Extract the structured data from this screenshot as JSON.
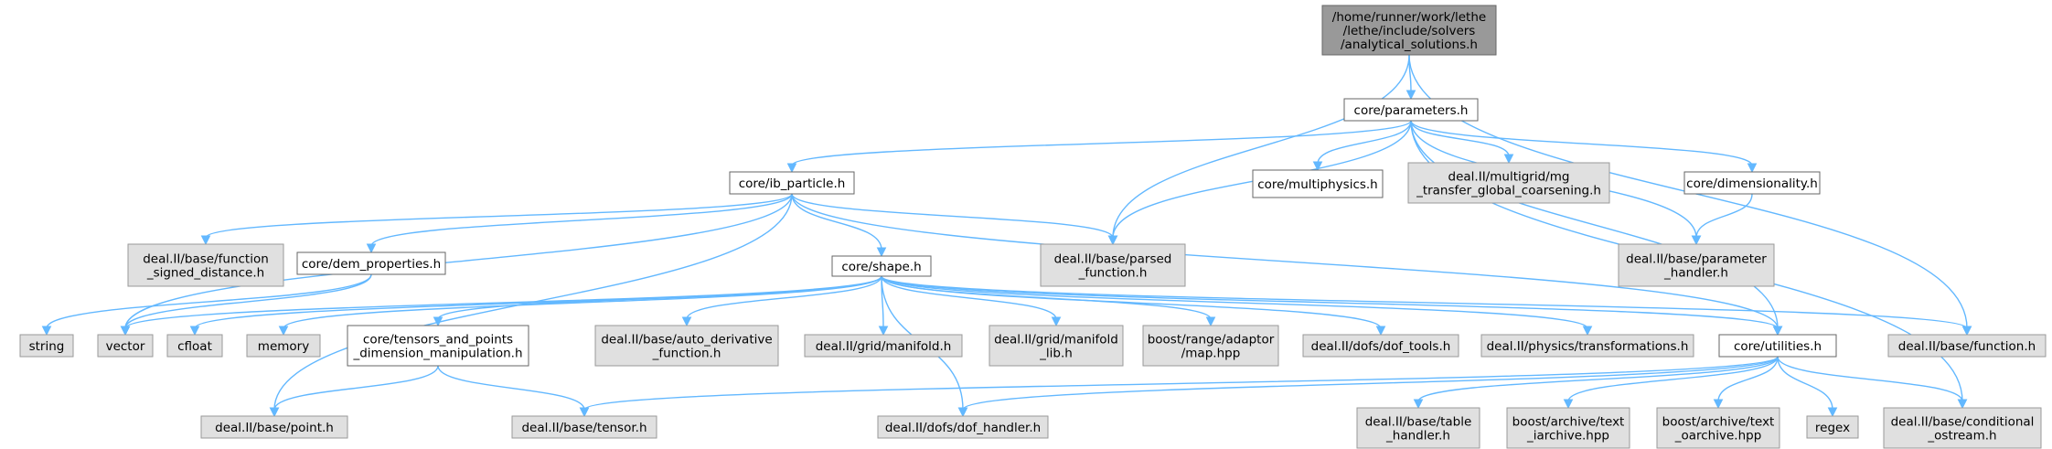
{
  "colors": {
    "root_fill": "#999999",
    "internal_fill": "#ffffff",
    "external_fill": "#e0e0e0",
    "internal_border": "#666666",
    "external_border": "#999999",
    "edge": "#63b8ff"
  },
  "nodes": {
    "analytical_solutions": {
      "kind": "root",
      "lines": [
        "/home/runner/work/lethe",
        "/lethe/include/solvers",
        "/analytical_solutions.h"
      ]
    },
    "parameters": {
      "kind": "internal",
      "lines": [
        "core/parameters.h"
      ]
    },
    "ib_particle": {
      "kind": "internal",
      "lines": [
        "core/ib_particle.h"
      ]
    },
    "multiphysics": {
      "kind": "internal",
      "lines": [
        "core/multiphysics.h"
      ]
    },
    "mg_transfer": {
      "kind": "external",
      "lines": [
        "deal.II/multigrid/mg",
        "_transfer_global_coarsening.h"
      ]
    },
    "dimensionality": {
      "kind": "internal",
      "lines": [
        "core/dimensionality.h"
      ]
    },
    "function_signed_distance": {
      "kind": "external",
      "lines": [
        "deal.II/base/function",
        "_signed_distance.h"
      ]
    },
    "dem_properties": {
      "kind": "internal",
      "lines": [
        "core/dem_properties.h"
      ]
    },
    "shape": {
      "kind": "internal",
      "lines": [
        "core/shape.h"
      ]
    },
    "parsed_function": {
      "kind": "external",
      "lines": [
        "deal.II/base/parsed",
        "_function.h"
      ]
    },
    "parameter_handler": {
      "kind": "external",
      "lines": [
        "deal.II/base/parameter",
        "_handler.h"
      ]
    },
    "string": {
      "kind": "external",
      "lines": [
        "string"
      ]
    },
    "vector": {
      "kind": "external",
      "lines": [
        "vector"
      ]
    },
    "cfloat": {
      "kind": "external",
      "lines": [
        "cfloat"
      ]
    },
    "memory": {
      "kind": "external",
      "lines": [
        "memory"
      ]
    },
    "tensors_points": {
      "kind": "internal",
      "lines": [
        "core/tensors_and_points",
        "_dimension_manipulation.h"
      ]
    },
    "auto_derivative": {
      "kind": "external",
      "lines": [
        "deal.II/base/auto_derivative",
        "_function.h"
      ]
    },
    "grid_manifold": {
      "kind": "external",
      "lines": [
        "deal.II/grid/manifold.h"
      ]
    },
    "manifold_lib": {
      "kind": "external",
      "lines": [
        "deal.II/grid/manifold",
        "_lib.h"
      ]
    },
    "boost_map": {
      "kind": "external",
      "lines": [
        "boost/range/adaptor",
        "/map.hpp"
      ]
    },
    "dof_tools": {
      "kind": "external",
      "lines": [
        "deal.II/dofs/dof_tools.h"
      ]
    },
    "transformations": {
      "kind": "external",
      "lines": [
        "deal.II/physics/transformations.h"
      ]
    },
    "utilities": {
      "kind": "internal",
      "lines": [
        "core/utilities.h"
      ]
    },
    "function_h": {
      "kind": "external",
      "lines": [
        "deal.II/base/function.h"
      ]
    },
    "point_h": {
      "kind": "external",
      "lines": [
        "deal.II/base/point.h"
      ]
    },
    "tensor_h": {
      "kind": "external",
      "lines": [
        "deal.II/base/tensor.h"
      ]
    },
    "dof_handler": {
      "kind": "external",
      "lines": [
        "deal.II/dofs/dof_handler.h"
      ]
    },
    "table_handler": {
      "kind": "external",
      "lines": [
        "deal.II/base/table",
        "_handler.h"
      ]
    },
    "text_iarchive": {
      "kind": "external",
      "lines": [
        "boost/archive/text",
        "_iarchive.hpp"
      ]
    },
    "text_oarchive": {
      "kind": "external",
      "lines": [
        "boost/archive/text",
        "_oarchive.hpp"
      ]
    },
    "regex": {
      "kind": "external",
      "lines": [
        "regex"
      ]
    },
    "conditional_ostream": {
      "kind": "external",
      "lines": [
        "deal.II/base/conditional",
        "_ostream.h"
      ]
    }
  },
  "edges": [
    [
      "analytical_solutions",
      "parameters"
    ],
    [
      "analytical_solutions",
      "parsed_function"
    ],
    [
      "analytical_solutions",
      "function_h"
    ],
    [
      "parameters",
      "ib_particle"
    ],
    [
      "parameters",
      "multiphysics"
    ],
    [
      "parameters",
      "mg_transfer"
    ],
    [
      "parameters",
      "dimensionality"
    ],
    [
      "parameters",
      "parsed_function"
    ],
    [
      "parameters",
      "parameter_handler"
    ],
    [
      "parameters",
      "utilities"
    ],
    [
      "parameters",
      "conditional_ostream"
    ],
    [
      "dimensionality",
      "parameter_handler"
    ],
    [
      "ib_particle",
      "function_signed_distance"
    ],
    [
      "ib_particle",
      "dem_properties"
    ],
    [
      "ib_particle",
      "shape"
    ],
    [
      "ib_particle",
      "parsed_function"
    ],
    [
      "ib_particle",
      "vector"
    ],
    [
      "ib_particle",
      "point_h"
    ],
    [
      "ib_particle",
      "utilities"
    ],
    [
      "dem_properties",
      "string"
    ],
    [
      "dem_properties",
      "vector"
    ],
    [
      "shape",
      "vector"
    ],
    [
      "shape",
      "cfloat"
    ],
    [
      "shape",
      "memory"
    ],
    [
      "shape",
      "tensors_points"
    ],
    [
      "shape",
      "auto_derivative"
    ],
    [
      "shape",
      "grid_manifold"
    ],
    [
      "shape",
      "manifold_lib"
    ],
    [
      "shape",
      "boost_map"
    ],
    [
      "shape",
      "dof_tools"
    ],
    [
      "shape",
      "transformations"
    ],
    [
      "shape",
      "utilities"
    ],
    [
      "shape",
      "function_h"
    ],
    [
      "shape",
      "dof_handler"
    ],
    [
      "tensors_points",
      "point_h"
    ],
    [
      "tensors_points",
      "tensor_h"
    ],
    [
      "utilities",
      "tensor_h"
    ],
    [
      "utilities",
      "dof_handler"
    ],
    [
      "utilities",
      "table_handler"
    ],
    [
      "utilities",
      "text_iarchive"
    ],
    [
      "utilities",
      "text_oarchive"
    ],
    [
      "utilities",
      "regex"
    ],
    [
      "utilities",
      "conditional_ostream"
    ]
  ]
}
